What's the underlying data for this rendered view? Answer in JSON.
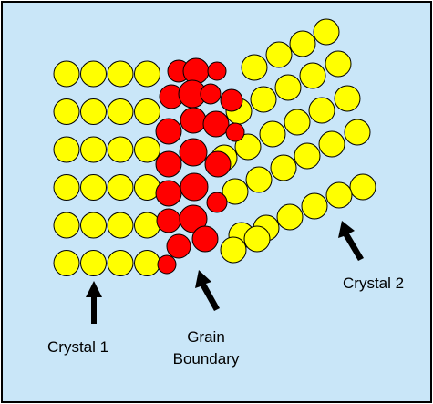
{
  "colors": {
    "background": "#c9e6f8",
    "frame": "#000000",
    "crystal_atom": "#ffff00",
    "boundary_atom": "#ff0000",
    "atom_outline": "#000000",
    "arrow": "#000000"
  },
  "labels": {
    "crystal1": "Crystal 1",
    "grain_line1": "Grain",
    "grain_line2": "Boundary",
    "crystal2": "Crystal 2"
  },
  "structure": {
    "crystal1": {
      "rows": 6,
      "cols": 4,
      "lattice": "square"
    },
    "crystal2": {
      "lattice": "hexagonal",
      "tilted": true
    },
    "grain_boundary": {
      "atoms": "disordered"
    }
  }
}
